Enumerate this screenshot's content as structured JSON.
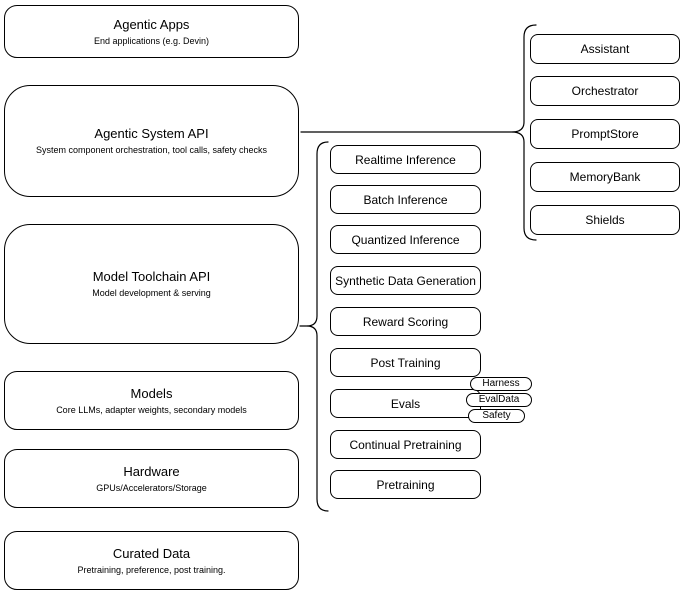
{
  "diagram": {
    "left_stack": [
      {
        "title": "Agentic Apps",
        "subtitle": "End applications (e.g. Devin)"
      },
      {
        "title": "Agentic System API",
        "subtitle": "System component orchestration, tool calls, safety checks"
      },
      {
        "title": "Model Toolchain API",
        "subtitle": "Model development & serving"
      },
      {
        "title": "Models",
        "subtitle": "Core LLMs, adapter weights, secondary models"
      },
      {
        "title": "Hardware",
        "subtitle": "GPUs/Accelerators/Storage"
      },
      {
        "title": "Curated Data",
        "subtitle": "Pretraining, preference, post training."
      }
    ],
    "toolchain_items": [
      "Realtime Inference",
      "Batch Inference",
      "Quantized Inference",
      "Synthetic Data Generation",
      "Reward Scoring",
      "Post Training",
      "Evals",
      "Continual Pretraining",
      "Pretraining"
    ],
    "evals_tags": [
      "Harness",
      "EvalData",
      "Safety"
    ],
    "system_components": [
      "Assistant",
      "Orchestrator",
      "PromptStore",
      "MemoryBank",
      "Shields"
    ],
    "colors": {
      "stroke": "#000000",
      "fill": "#ffffff",
      "background": "#ffffff"
    }
  }
}
